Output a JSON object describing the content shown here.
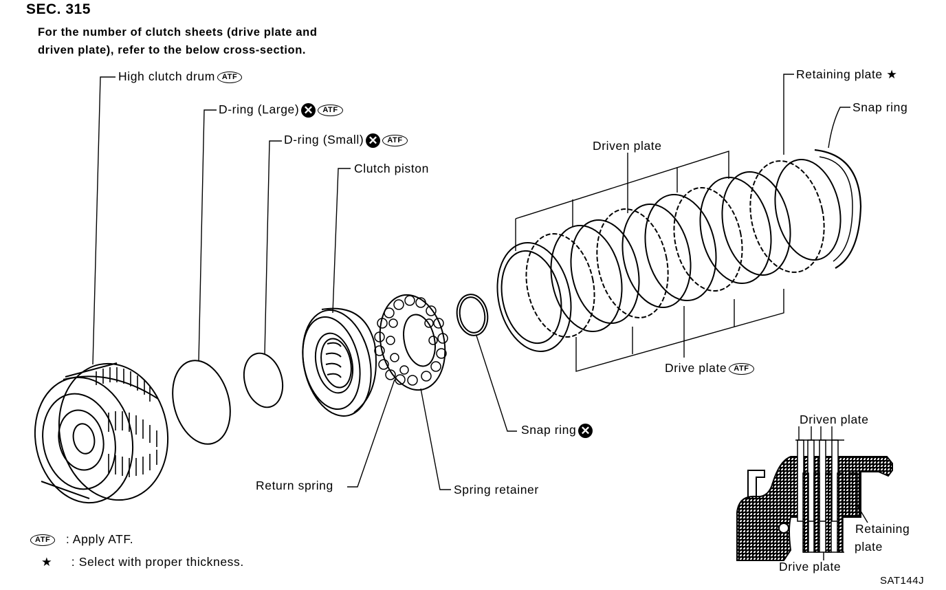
{
  "header": {
    "section": "SEC. 315",
    "note_line1": "For the number of clutch sheets (drive plate and",
    "note_line2": "driven plate), refer to the below cross-section."
  },
  "labels": {
    "high_clutch_drum": "High clutch drum",
    "d_ring_large": "D-ring (Large)",
    "d_ring_small": "D-ring (Small)",
    "clutch_piston": "Clutch piston",
    "return_spring": "Return spring",
    "spring_retainer": "Spring retainer",
    "snap_ring_small": "Snap ring",
    "driven_plate": "Driven plate",
    "drive_plate": "Drive plate",
    "retaining_plate": "Retaining plate",
    "snap_ring_end": "Snap ring",
    "star": "★"
  },
  "symbols": {
    "atf": "ATF",
    "x": "✕"
  },
  "cross_section": {
    "driven_plate": "Driven plate",
    "drive_plate": "Drive plate",
    "retaining_plate_l1": "Retaining",
    "retaining_plate_l2": "plate"
  },
  "legend": {
    "atf_text": ": Apply ATF.",
    "star_symbol": "★",
    "star_text": ": Select with proper thickness."
  },
  "figure_code": "SAT144J"
}
